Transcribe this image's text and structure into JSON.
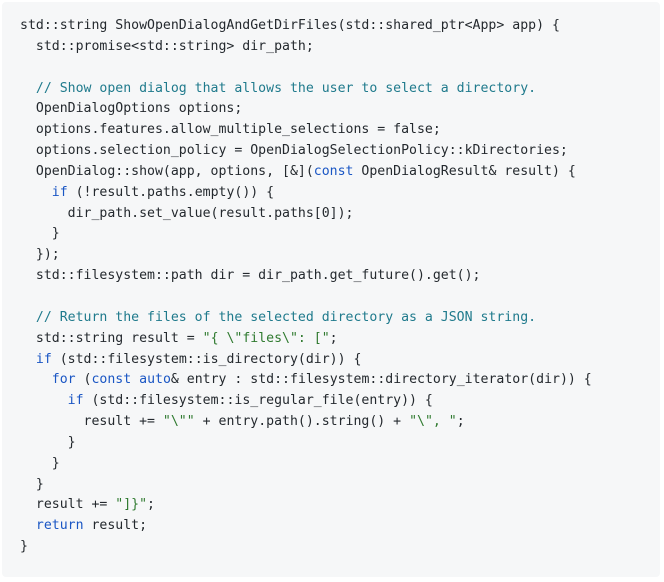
{
  "code": {
    "language": "cpp",
    "colors": {
      "background": "#f6f7f8",
      "plain": "#24292e",
      "comment": "#1f7a8c",
      "keyword": "#1a56c4",
      "string": "#2f7a2f"
    },
    "lines": [
      {
        "tokens": [
          {
            "t": "std::string ShowOpenDialogAndGetDirFiles(std::shared_ptr<App> app) {",
            "c": "plain"
          }
        ]
      },
      {
        "tokens": [
          {
            "t": "  std::promise<std::string> dir_path;",
            "c": "plain"
          }
        ]
      },
      {
        "tokens": []
      },
      {
        "tokens": [
          {
            "t": "  // Show open dialog that allows the user to select a directory.",
            "c": "comment"
          }
        ]
      },
      {
        "tokens": [
          {
            "t": "  OpenDialogOptions options;",
            "c": "plain"
          }
        ]
      },
      {
        "tokens": [
          {
            "t": "  options.features.allow_multiple_selections = false;",
            "c": "plain"
          }
        ]
      },
      {
        "tokens": [
          {
            "t": "  options.selection_policy = OpenDialogSelectionPolicy::kDirectories;",
            "c": "plain"
          }
        ]
      },
      {
        "tokens": [
          {
            "t": "  OpenDialog::show(app, options, [&](",
            "c": "plain"
          },
          {
            "t": "const",
            "c": "keyword"
          },
          {
            "t": " OpenDialogResult& result) {",
            "c": "plain"
          }
        ]
      },
      {
        "tokens": [
          {
            "t": "    ",
            "c": "plain"
          },
          {
            "t": "if",
            "c": "keyword"
          },
          {
            "t": " (!result.paths.empty()) {",
            "c": "plain"
          }
        ]
      },
      {
        "tokens": [
          {
            "t": "      dir_path.set_value(result.paths[0]);",
            "c": "plain"
          }
        ]
      },
      {
        "tokens": [
          {
            "t": "    }",
            "c": "plain"
          }
        ]
      },
      {
        "tokens": [
          {
            "t": "  });",
            "c": "plain"
          }
        ]
      },
      {
        "tokens": [
          {
            "t": "  std::filesystem::path dir = dir_path.get_future().get();",
            "c": "plain"
          }
        ]
      },
      {
        "tokens": []
      },
      {
        "tokens": [
          {
            "t": "  // Return the files of the selected directory as a JSON string.",
            "c": "comment"
          }
        ]
      },
      {
        "tokens": [
          {
            "t": "  std::string result = ",
            "c": "plain"
          },
          {
            "t": "\"{ \\\"files\\\": [\"",
            "c": "string"
          },
          {
            "t": ";",
            "c": "plain"
          }
        ]
      },
      {
        "tokens": [
          {
            "t": "  ",
            "c": "plain"
          },
          {
            "t": "if",
            "c": "keyword"
          },
          {
            "t": " (std::filesystem::is_directory(dir)) {",
            "c": "plain"
          }
        ]
      },
      {
        "tokens": [
          {
            "t": "    ",
            "c": "plain"
          },
          {
            "t": "for",
            "c": "keyword"
          },
          {
            "t": " (",
            "c": "plain"
          },
          {
            "t": "const",
            "c": "keyword"
          },
          {
            "t": " ",
            "c": "plain"
          },
          {
            "t": "auto",
            "c": "keyword"
          },
          {
            "t": "& entry : std::filesystem::directory_iterator(dir)) {",
            "c": "plain"
          }
        ]
      },
      {
        "tokens": [
          {
            "t": "      ",
            "c": "plain"
          },
          {
            "t": "if",
            "c": "keyword"
          },
          {
            "t": " (std::filesystem::is_regular_file(entry)) {",
            "c": "plain"
          }
        ]
      },
      {
        "tokens": [
          {
            "t": "        result += ",
            "c": "plain"
          },
          {
            "t": "\"\\\"\"",
            "c": "string"
          },
          {
            "t": " + entry.path().string() + ",
            "c": "plain"
          },
          {
            "t": "\"\\\", \"",
            "c": "string"
          },
          {
            "t": ";",
            "c": "plain"
          }
        ]
      },
      {
        "tokens": [
          {
            "t": "      }",
            "c": "plain"
          }
        ]
      },
      {
        "tokens": [
          {
            "t": "    }",
            "c": "plain"
          }
        ]
      },
      {
        "tokens": [
          {
            "t": "  }",
            "c": "plain"
          }
        ]
      },
      {
        "tokens": [
          {
            "t": "  result += ",
            "c": "plain"
          },
          {
            "t": "\"]}\"",
            "c": "string"
          },
          {
            "t": ";",
            "c": "plain"
          }
        ]
      },
      {
        "tokens": [
          {
            "t": "  ",
            "c": "plain"
          },
          {
            "t": "return",
            "c": "keyword"
          },
          {
            "t": " result;",
            "c": "plain"
          }
        ]
      },
      {
        "tokens": [
          {
            "t": "}",
            "c": "plain"
          }
        ]
      }
    ]
  }
}
